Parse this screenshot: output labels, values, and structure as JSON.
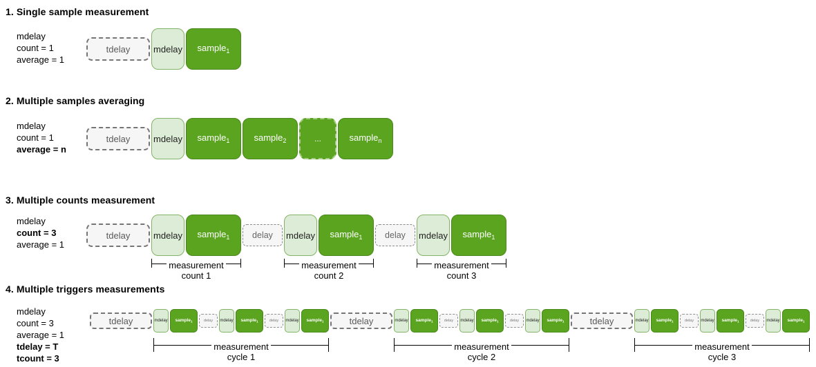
{
  "colors": {
    "sample_fill": "#5aa420",
    "sample_border": "#49881a",
    "mdelay_fill": "#ddecd6",
    "mdelay_border": "#82b366",
    "gray_fill": "#f6f6f6",
    "gray_border": "#757575",
    "gray_text": "#595959"
  },
  "sections": [
    {
      "heading": "1. Single sample measurement",
      "params": [
        {
          "text": "mdelay",
          "bold": false
        },
        {
          "text": "count = 1",
          "bold": false
        },
        {
          "text": "average = 1",
          "bold": false
        }
      ],
      "segments": [
        {
          "type": "tdelay",
          "label": "tdelay"
        },
        {
          "type": "mdelay",
          "label": "mdelay"
        },
        {
          "type": "sample",
          "label": "sample",
          "sub": "1"
        }
      ],
      "brackets": []
    },
    {
      "heading": "2. Multiple samples averaging",
      "params": [
        {
          "text": "mdelay",
          "bold": false
        },
        {
          "text": "count = 1",
          "bold": false
        },
        {
          "text": "average = n",
          "bold": true
        }
      ],
      "segments": [
        {
          "type": "tdelay",
          "label": "tdelay"
        },
        {
          "type": "mdelay",
          "label": "mdelay"
        },
        {
          "type": "sample",
          "label": "sample",
          "sub": "1"
        },
        {
          "type": "sample",
          "label": "sample",
          "sub": "2"
        },
        {
          "type": "ellipsis",
          "label": "..."
        },
        {
          "type": "sample",
          "label": "sample",
          "sub": "n"
        }
      ],
      "brackets": []
    },
    {
      "heading": "3. Multiple counts measurement",
      "params": [
        {
          "text": "mdelay",
          "bold": false
        },
        {
          "text": "count = 3",
          "bold": true
        },
        {
          "text": "average = 1",
          "bold": false
        }
      ],
      "segments": [
        {
          "type": "tdelay",
          "label": "tdelay"
        },
        {
          "type": "mdelay",
          "label": "mdelay"
        },
        {
          "type": "sample",
          "label": "sample",
          "sub": "1"
        },
        {
          "type": "delay",
          "label": "delay"
        },
        {
          "type": "mdelay",
          "label": "mdelay"
        },
        {
          "type": "sample",
          "label": "sample",
          "sub": "1"
        },
        {
          "type": "delay",
          "label": "delay"
        },
        {
          "type": "mdelay",
          "label": "mdelay"
        },
        {
          "type": "sample",
          "label": "sample",
          "sub": "1"
        }
      ],
      "brackets": [
        {
          "line1": "measurement",
          "line2": "count 1",
          "from": 1,
          "to": 2
        },
        {
          "line1": "measurement",
          "line2": "count 2",
          "from": 4,
          "to": 5
        },
        {
          "line1": "measurement",
          "line2": "count 3",
          "from": 7,
          "to": 8
        }
      ]
    },
    {
      "heading": "4. Multiple triggers measurements",
      "params": [
        {
          "text": "mdelay",
          "bold": false
        },
        {
          "text": "count = 3",
          "bold": false
        },
        {
          "text": "average = 1",
          "bold": false
        },
        {
          "text": "tdelay = T",
          "bold": true
        },
        {
          "text": "tcount = 3",
          "bold": true
        }
      ],
      "segments": [
        {
          "type": "tdelay",
          "label": "tdelay"
        },
        {
          "type": "mdelay",
          "label": "mdelay"
        },
        {
          "type": "sample",
          "label": "sample",
          "sub": "1"
        },
        {
          "type": "delay",
          "label": "delay"
        },
        {
          "type": "mdelay",
          "label": "mdelay"
        },
        {
          "type": "sample",
          "label": "sample",
          "sub": "1"
        },
        {
          "type": "delay",
          "label": "delay"
        },
        {
          "type": "mdelay",
          "label": "mdelay"
        },
        {
          "type": "sample",
          "label": "sample",
          "sub": "1"
        },
        {
          "type": "tdelay",
          "label": "tdelay"
        },
        {
          "type": "mdelay",
          "label": "mdelay"
        },
        {
          "type": "sample",
          "label": "sample",
          "sub": "1"
        },
        {
          "type": "delay",
          "label": "delay"
        },
        {
          "type": "mdelay",
          "label": "mdelay"
        },
        {
          "type": "sample",
          "label": "sample",
          "sub": "1"
        },
        {
          "type": "delay",
          "label": "delay"
        },
        {
          "type": "mdelay",
          "label": "mdelay"
        },
        {
          "type": "sample",
          "label": "sample",
          "sub": "1"
        },
        {
          "type": "tdelay",
          "label": "tdelay"
        },
        {
          "type": "mdelay",
          "label": "mdelay"
        },
        {
          "type": "sample",
          "label": "sample",
          "sub": "1"
        },
        {
          "type": "delay",
          "label": "delay"
        },
        {
          "type": "mdelay",
          "label": "mdelay"
        },
        {
          "type": "sample",
          "label": "sample",
          "sub": "1"
        },
        {
          "type": "delay",
          "label": "delay"
        },
        {
          "type": "mdelay",
          "label": "mdelay"
        },
        {
          "type": "sample",
          "label": "sample",
          "sub": "1"
        }
      ],
      "brackets": [
        {
          "line1": "measurement",
          "line2": "cycle 1",
          "from": 1,
          "to": 8
        },
        {
          "line1": "measurement",
          "line2": "cycle 2",
          "from": 10,
          "to": 17
        },
        {
          "line1": "measurement",
          "line2": "cycle 3",
          "from": 19,
          "to": 26
        }
      ]
    }
  ]
}
